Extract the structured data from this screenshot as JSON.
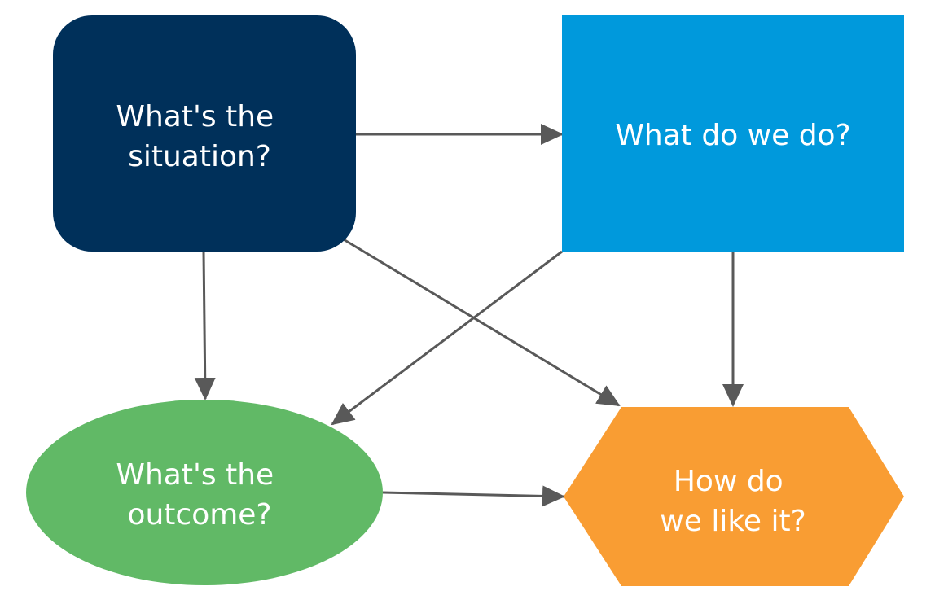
{
  "nodes": {
    "situation": {
      "lines": [
        "What's the",
        "situation?"
      ],
      "color": "#00305A",
      "shape": "rounded-rectangle"
    },
    "action": {
      "lines": [
        "What do we do?"
      ],
      "color": "#0099DC",
      "shape": "rectangle"
    },
    "outcome": {
      "lines": [
        "What's the",
        "outcome?"
      ],
      "color": "#61B966",
      "shape": "ellipse"
    },
    "evaluation": {
      "lines": [
        "How do",
        "we like it?"
      ],
      "color": "#F99D33",
      "shape": "hexagon"
    }
  },
  "edges": [
    {
      "from": "situation",
      "to": "action"
    },
    {
      "from": "situation",
      "to": "outcome"
    },
    {
      "from": "situation",
      "to": "evaluation"
    },
    {
      "from": "action",
      "to": "outcome"
    },
    {
      "from": "action",
      "to": "evaluation"
    },
    {
      "from": "outcome",
      "to": "evaluation"
    }
  ],
  "edge_color": "#595959"
}
